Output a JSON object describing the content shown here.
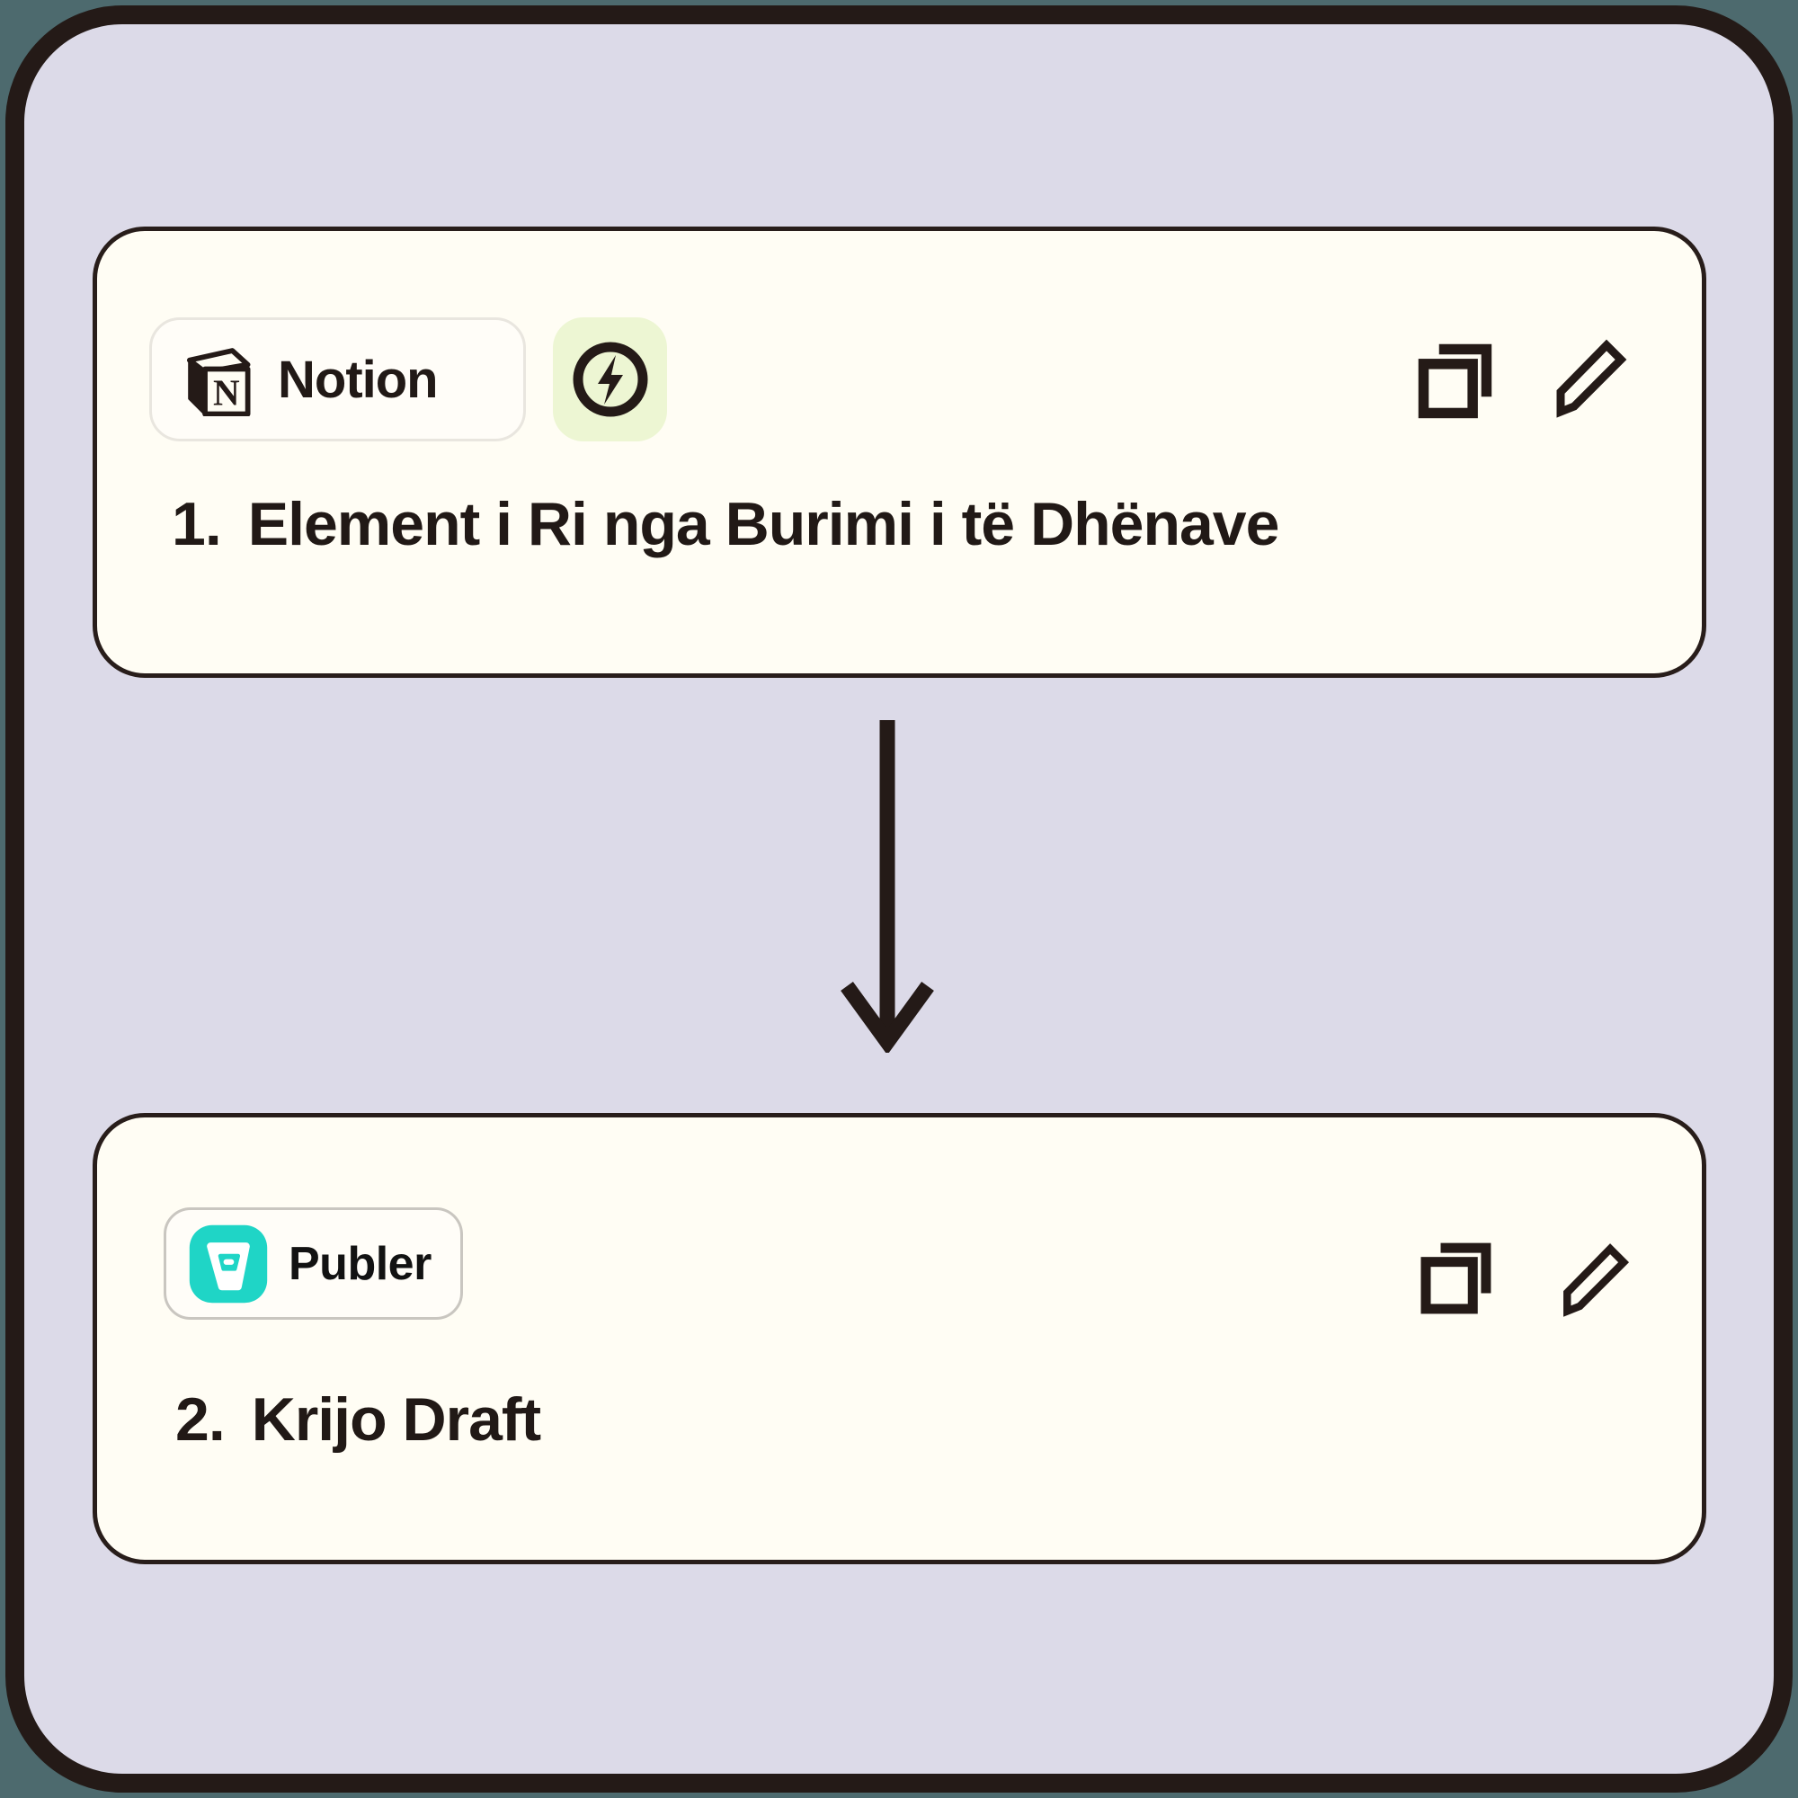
{
  "workflow": {
    "steps": [
      {
        "number": "1.",
        "title": "Element i Ri nga Burimi i të Dhënave",
        "app": {
          "name": "Notion",
          "icon": "notion-icon"
        },
        "trigger_badge": {
          "icon": "lightning-bolt-icon"
        },
        "actions": {
          "duplicate": "duplicate-icon",
          "edit": "edit-pencil-icon"
        }
      },
      {
        "number": "2.",
        "title": "Krijo Draft",
        "app": {
          "name": "Publer",
          "icon": "publer-icon"
        },
        "actions": {
          "duplicate": "duplicate-icon",
          "edit": "edit-pencil-icon"
        }
      }
    ],
    "connector": {
      "icon": "arrow-down-icon"
    }
  },
  "colors": {
    "page_bg": "#4d6a6e",
    "frame_bg": "#dcdae8",
    "frame_border": "#241a17",
    "card_bg": "#fffdf4",
    "card_border": "#281d1a",
    "text": "#211916",
    "badge_border_light": "#e9e6df",
    "badge_border_grey": "#c9c6c0",
    "trigger_bg": "#edf6d3",
    "publer_teal": "#1fd5c6",
    "icon_stroke": "#241a17"
  }
}
